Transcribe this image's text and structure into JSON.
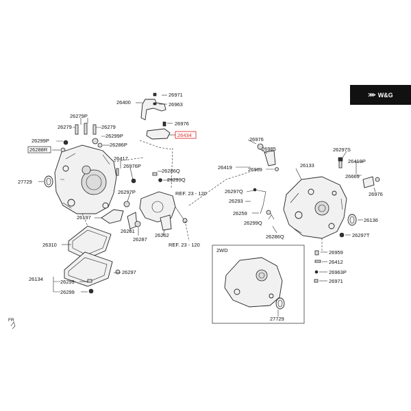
{
  "brand": {
    "logo_glyph": "⋙",
    "name": "W&G",
    "background": "#111111",
    "text_color": "#ffffff"
  },
  "highlight_color": "#e03030",
  "labels": {
    "p26971_top": "26971",
    "p26400": "26400",
    "p26963_top": "26963",
    "p26976_top": "26976",
    "p26434": "26434",
    "p26279P": "26279P",
    "p26279_left": "26279",
    "p26279_right": "26279",
    "p26299P_left": "26299P",
    "p26299P_right": "26299P",
    "p26286P": "26286P",
    "p26288R": "26288R",
    "p26417": "26417",
    "p26976P": "26976P",
    "p26286Q_left": "26286Q",
    "p26299Q": "26299Q",
    "p27729_left": "27729",
    "p26297P": "26297P",
    "ref_top": "REF. 23 - 120",
    "p26197": "26197",
    "p26261": "26261",
    "p26287": "26287",
    "p26262": "26262",
    "ref_bottom": "REF. 23 - 120",
    "p26310": "26310",
    "p26134": "26134",
    "p26299_a": "26299",
    "p26297_left": "26297",
    "p26299_b": "26299",
    "fr": "FR",
    "p26976_mid": "26976",
    "p26985": "26985",
    "p26419": "26419",
    "p26969": "26969",
    "p26133": "26133",
    "p26297S": "26297S",
    "p26419P": "26419P",
    "p26669": "26669",
    "p26976_right": "26976",
    "p26297Q": "26297Q",
    "p26293": "26293",
    "p26259": "26259",
    "p26299Q_mid": "26299Q",
    "p26286Q_mid": "26286Q",
    "p26136": "26136",
    "p26297T": "26297T",
    "p26959": "26959",
    "p26412": "26412",
    "p26963P": "26963P",
    "p26971_bottom": "26971",
    "twowd": "2WD",
    "p27729_right": "27729"
  }
}
